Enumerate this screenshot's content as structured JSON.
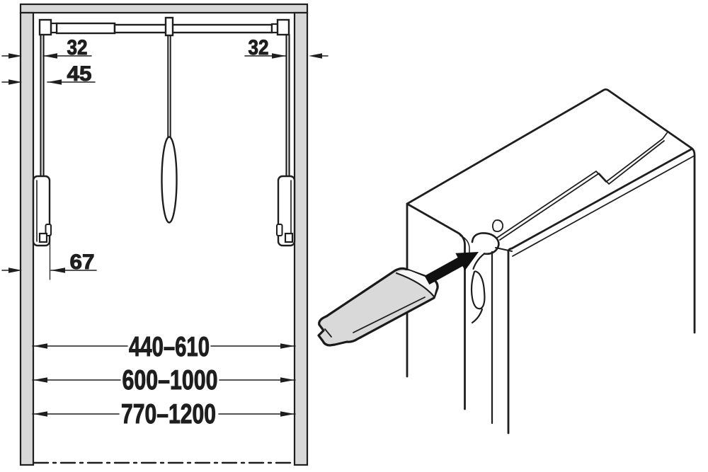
{
  "colors": {
    "line": "#1e1e1e",
    "panel_fill": "#d8d8d8",
    "cap_fill": "#d9d9d9",
    "arrow_fill": "#111111",
    "background": "#ffffff"
  },
  "left_diagram": {
    "labels": {
      "inset_left": "32",
      "hook_offset": "45",
      "inset_right": "32",
      "bracket_offset": "67",
      "width_small": "440–610",
      "width_medium": "600–1000",
      "width_large": "770–1200"
    }
  },
  "right_diagram": {
    "icons": {
      "insertion_arrow": "black-arrow-pointing-to-socket",
      "cover_cap": "grey-cover-cap",
      "cap_socket": "round-cap-socket",
      "screw_hole": "small-screw-hole"
    }
  }
}
